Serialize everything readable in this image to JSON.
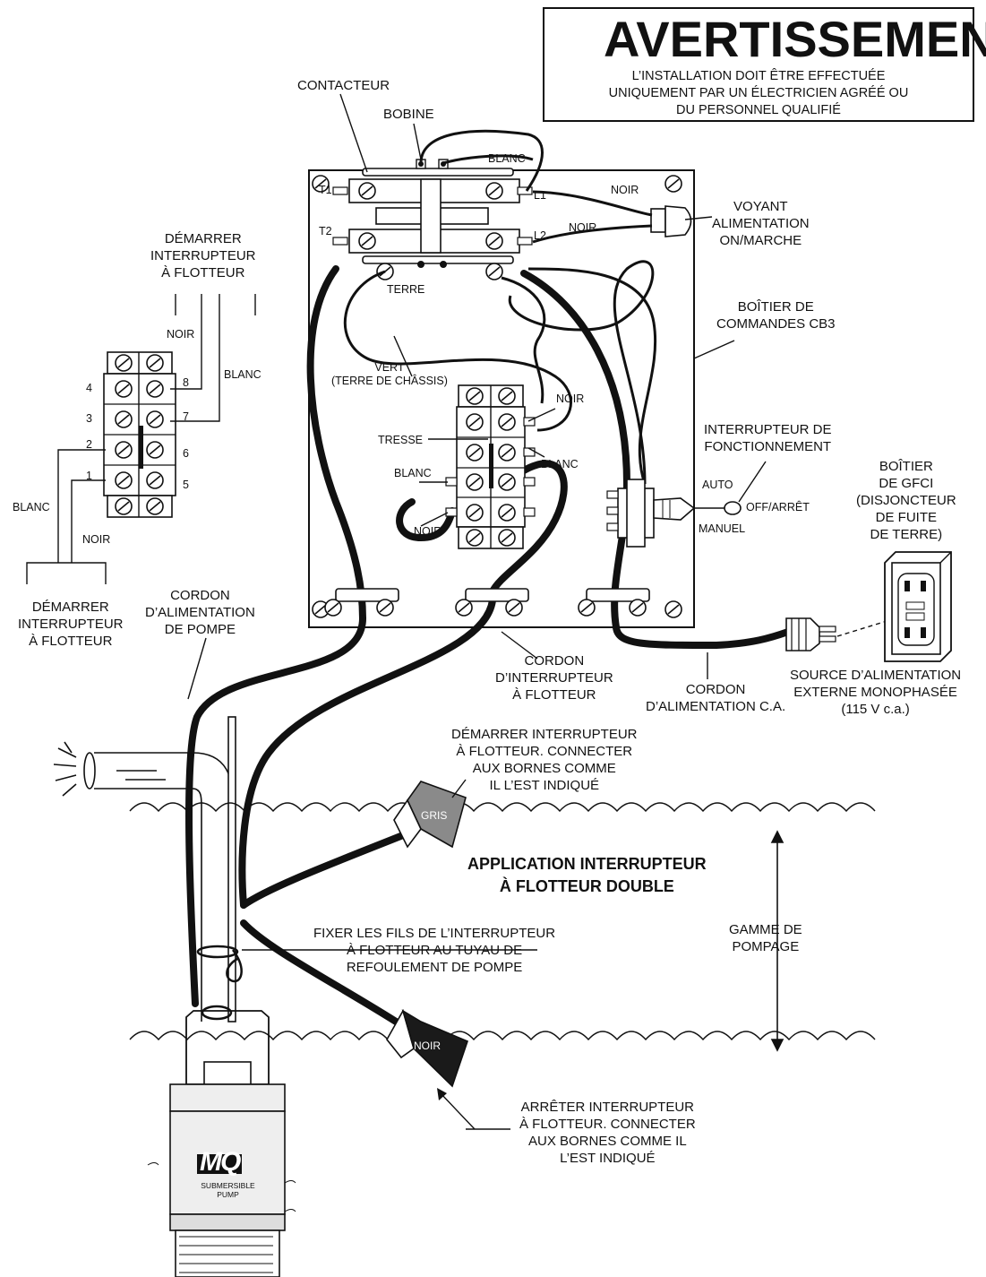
{
  "warning": {
    "title": "AVERTISSEMENT",
    "body": "L’INSTALLATION DOIT ÊTRE EFFECTUÉE\nUNIQUEMENT PAR UN ÉLECTRICIEN AGRÉÉ OU\nDU PERSONNEL QUALIFIÉ"
  },
  "labels": {
    "contacteur": "CONTACTEUR",
    "bobine": "BOBINE",
    "blanc_top": "BLANC",
    "noir_top": "NOIR",
    "noir_mid": "NOIR",
    "t1": "T1",
    "t2": "T2",
    "l1": "L1",
    "l2": "L2",
    "terre": "TERRE",
    "voyant": "VOYANT\nALIMENTATION\nON/MARCHE",
    "boitier_cb3": "BOÎTIER DE\nCOMMANDES CB3",
    "vert": "VERT\n(TERRE DE CHÂSSIS)",
    "tresse": "TRESSE",
    "noir_tb1": "NOIR",
    "blanc_tb1": "BLANC",
    "blanc_tb2": "BLANC",
    "noir_tb2": "NOIR",
    "interrupteur_fonct": "INTERRUPTEUR DE\nFONCTIONNEMENT",
    "auto": "AUTO",
    "off": "OFF/ARRÊT",
    "manuel": "MANUEL",
    "gfci": "BOÎTIER\nDE GFCI\n(DISJONCTEUR\nDE FUITE\nDE TERRE)",
    "start_float_top": "DÉMARRER\nINTERRUPTEUR\nÀ FLOTTEUR",
    "noir_left": "NOIR",
    "blanc_left": "BLANC",
    "blanc_left2": "BLANC",
    "noir_left2": "NOIR",
    "start_float_bottom": "DÉMARRER\nINTERRUPTEUR\nÀ FLOTTEUR",
    "cordon_pompe": "CORDON\nD’ALIMENTATION\nDE POMPE",
    "cordon_flotteur": "CORDON\nD’INTERRUPTEUR\nÀ FLOTTEUR",
    "cordon_ca": "CORDON\nD’ALIMENTATION C.A.",
    "source": "SOURCE D’ALIMENTATION\nEXTERNE MONOPHASÉE\n(115 V c.a.)",
    "demarrer_connect": "DÉMARRER INTERRUPTEUR\nÀ FLOTTEUR. CONNECTER\nAUX BORNES COMME\nIL L’EST INDIQUÉ",
    "application": "APPLICATION INTERRUPTEUR\nÀ FLOTTEUR DOUBLE",
    "gamme": "GAMME DE\nPOMPAGE",
    "fixer": "FIXER LES FILS DE L’INTERRUPTEUR\nÀ FLOTTEUR AU TUYAU DE\nREFOULEMENT DE POMPE",
    "arreter": "ARRÊTER INTERRUPTEUR\nÀ FLOTTEUR. CONNECTER\nAUX BORNES COMME IL\nL’EST INDIQUÉ",
    "gris": "GRIS",
    "noir_float": "NOIR",
    "mq": "MQ",
    "pump_text": "SUBMERSIBLE\nPUMP"
  },
  "terminal_numbers": [
    "4",
    "3",
    "2",
    "1",
    "8",
    "7",
    "6",
    "5"
  ],
  "colors": {
    "stroke": "#111111",
    "gray_float": "#8a8a8a",
    "black_float": "#1a1a1a",
    "pump_body": "#eeeeee"
  }
}
